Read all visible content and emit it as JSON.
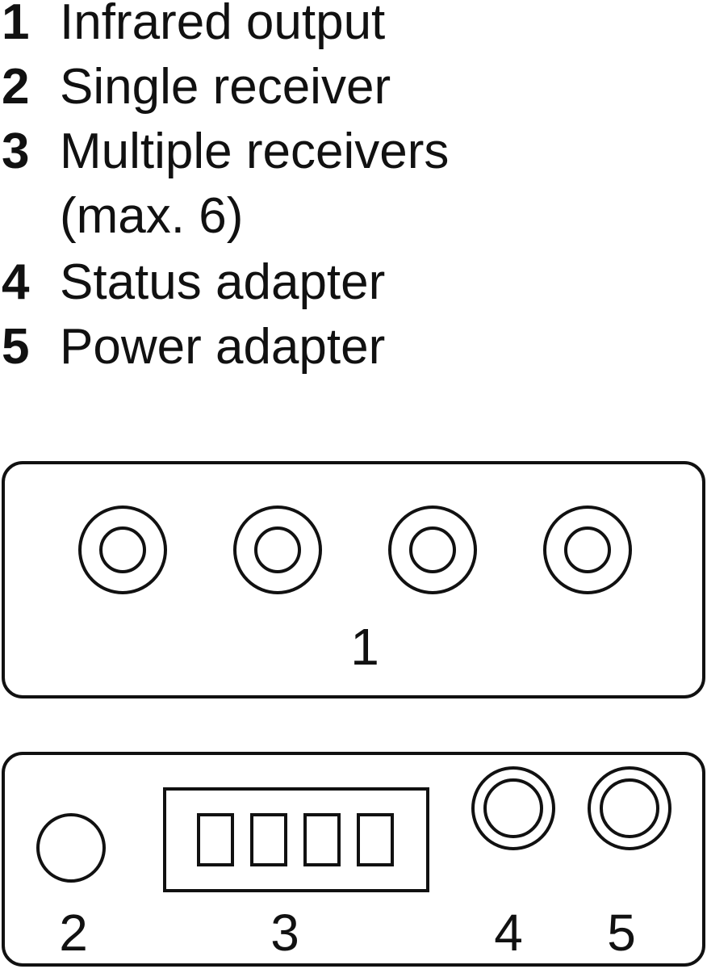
{
  "legend": {
    "items": [
      {
        "number": "1",
        "lines": [
          "Infrared output"
        ]
      },
      {
        "number": "2",
        "lines": [
          "Single receiver"
        ]
      },
      {
        "number": "3",
        "lines": [
          "Multiple receivers",
          "(max. 6)"
        ]
      },
      {
        "number": "4",
        "lines": [
          "Status adapter"
        ]
      },
      {
        "number": "5",
        "lines": [
          "Power adapter"
        ]
      }
    ]
  },
  "panels": {
    "top": {
      "callout": "1"
    },
    "bottom": {
      "callouts": [
        "2",
        "3",
        "4",
        "5"
      ]
    }
  }
}
